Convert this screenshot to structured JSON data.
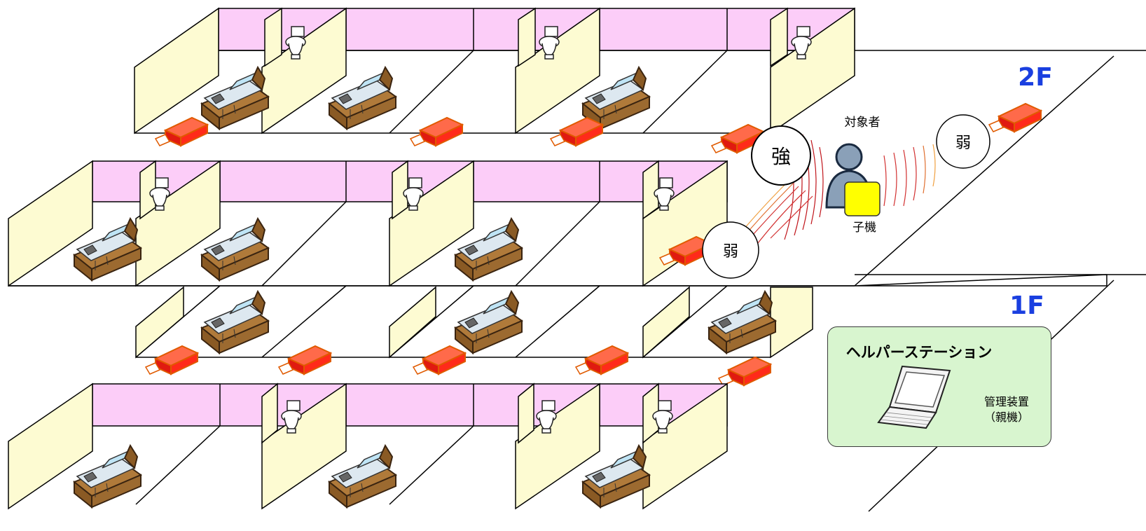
{
  "floors": {
    "upper": "2F",
    "lower": "1F"
  },
  "signal": {
    "strong": "強",
    "weak_right": "弱",
    "weak_left": "弱"
  },
  "target": {
    "person_label": "対象者",
    "handset_label": "子機"
  },
  "station": {
    "title": "ヘルパーステーション",
    "device_line1": "管理装置",
    "device_line2": "（親機）"
  },
  "colors": {
    "wall_back": "#fccdf8",
    "wall_side": "#fdfbd2",
    "beacon": "#ff2a1a",
    "floor_label": "#1a3fe0",
    "station_bg": "#d8f5cf",
    "handset": "#ffff00",
    "person": "#8aa0b8"
  },
  "icons": [
    "bed-icon",
    "toilet-icon",
    "beacon-icon",
    "laptop-icon",
    "person-icon"
  ]
}
